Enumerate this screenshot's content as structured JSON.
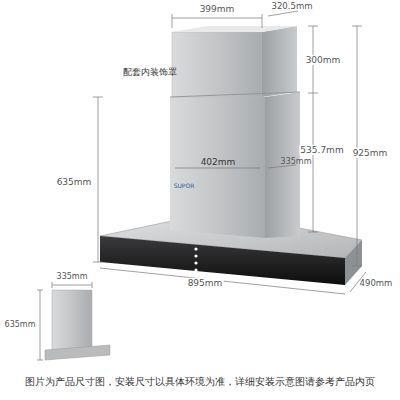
{
  "diagram": {
    "caption": "图片为产品尺寸图，安装尺寸以具体环境为准，详细安装示意图请参考产品内页",
    "labels": [
      "399mm",
      "320.5mm",
      "配套内装饰罩",
      "300mm",
      "535.7mm",
      "925mm",
      "402mm",
      "335mm",
      "SUPOR",
      "635mm",
      "895mm",
      "490mm",
      "335mm",
      "635mm"
    ]
  }
}
